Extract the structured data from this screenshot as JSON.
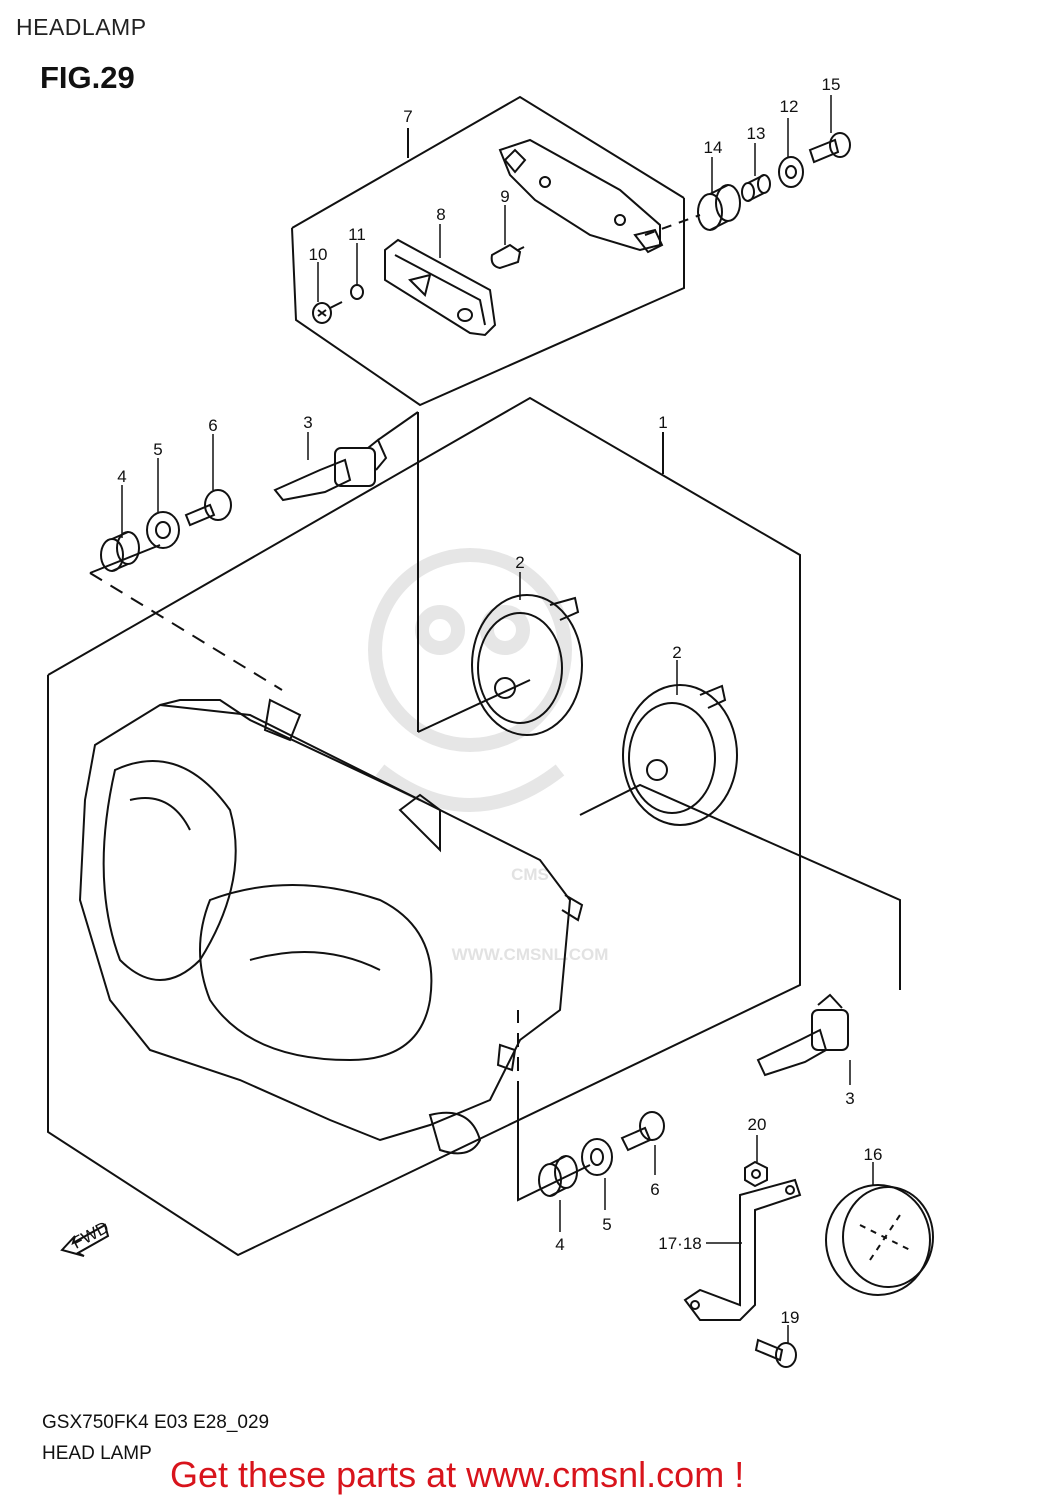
{
  "header": {
    "title": "HEADLAMP"
  },
  "figure": {
    "label": "FIG.29"
  },
  "watermark": {
    "brand": "CMS",
    "url": "WWW.CMSNL.COM"
  },
  "callouts": {
    "c1": "1",
    "c2a": "2",
    "c2b": "2",
    "c3a": "3",
    "c3b": "3",
    "c4a": "4",
    "c4b": "4",
    "c5a": "5",
    "c5b": "5",
    "c6a": "6",
    "c6b": "6",
    "c7": "7",
    "c8": "8",
    "c9": "9",
    "c10": "10",
    "c11": "11",
    "c12": "12",
    "c13": "13",
    "c14": "14",
    "c15": "15",
    "c16": "16",
    "c17": "17·18",
    "c19": "19",
    "c20": "20"
  },
  "fwd_arrow": {
    "label": "FWD"
  },
  "footer": {
    "model": "GSX750FK4 E03 E28_029",
    "name": "HEAD LAMP"
  },
  "banner": {
    "text": "Get these parts at www.cmsnl.com !",
    "color": "#d8141c"
  }
}
